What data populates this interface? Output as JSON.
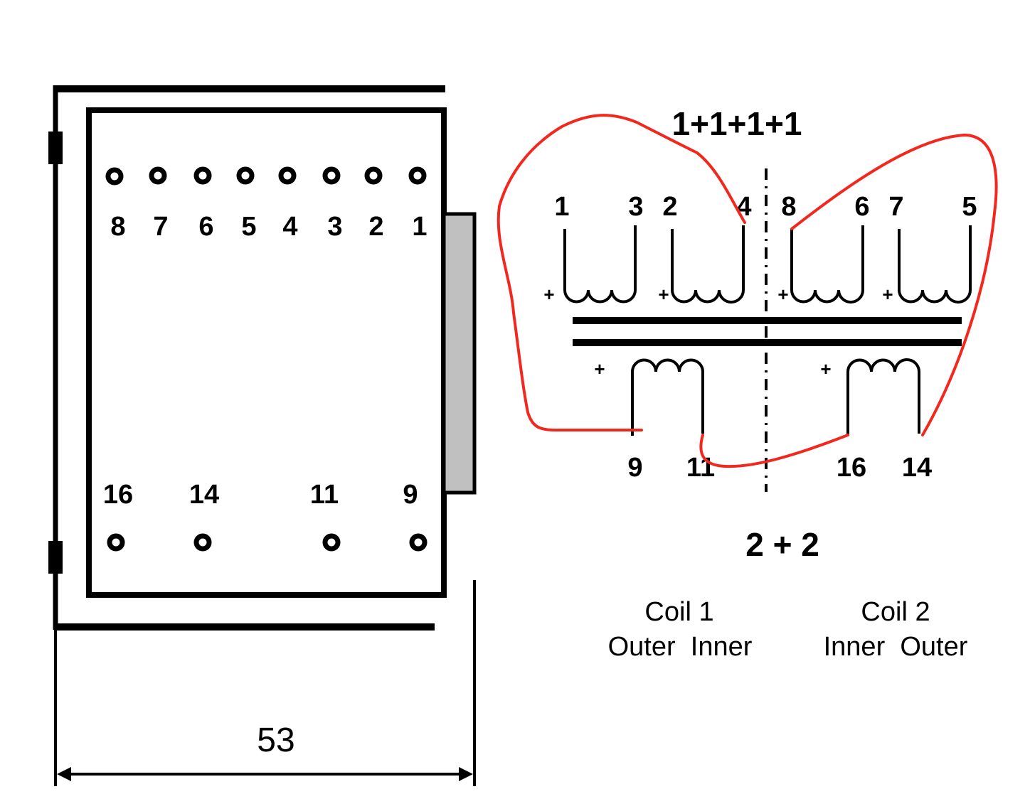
{
  "colors": {
    "line": "#000000",
    "wire": "#f2281e",
    "bobbin_tab": "#c0c0c0",
    "background": "#ffffff"
  },
  "package": {
    "top_pins": [
      {
        "label": "8"
      },
      {
        "label": "7"
      },
      {
        "label": "6"
      },
      {
        "label": "5"
      },
      {
        "label": "4"
      },
      {
        "label": "3"
      },
      {
        "label": "2"
      },
      {
        "label": "1"
      }
    ],
    "bottom_pins": [
      {
        "label": "16"
      },
      {
        "label": "14"
      },
      {
        "label": "11"
      },
      {
        "label": "9"
      }
    ],
    "dimension": {
      "value": "53"
    }
  },
  "schematic": {
    "top_title": "1+1+1+1",
    "bottom_title": "2 + 2",
    "primary_windings": [
      {
        "start_pin": "1",
        "end_pin": "3",
        "polarity": "+"
      },
      {
        "start_pin": "2",
        "end_pin": "4",
        "polarity": "+"
      },
      {
        "start_pin": "8",
        "end_pin": "6",
        "polarity": "+"
      },
      {
        "start_pin": "7",
        "end_pin": "5",
        "polarity": "+"
      }
    ],
    "secondary_windings": [
      {
        "start_pin": "9",
        "end_pin": "11",
        "polarity": "+"
      },
      {
        "start_pin": "16",
        "end_pin": "14",
        "polarity": "+"
      }
    ],
    "wire_connections": [
      {
        "from": "4",
        "to": "9"
      },
      {
        "from": "8",
        "to": "14"
      },
      {
        "from": "11",
        "to": "16"
      }
    ]
  },
  "legend": {
    "coil1": {
      "title": "Coil 1",
      "subtitle": "Outer  Inner"
    },
    "coil2": {
      "title": "Coil 2",
      "subtitle": "Inner  Outer"
    }
  }
}
